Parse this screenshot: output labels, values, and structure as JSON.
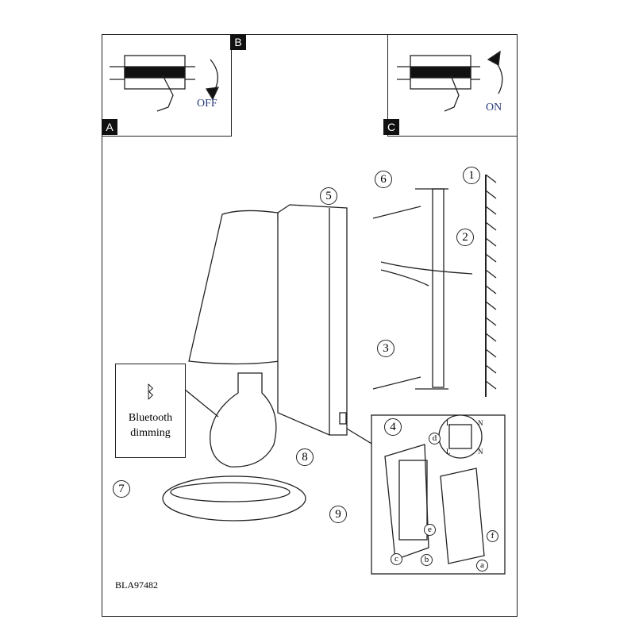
{
  "panels": {
    "a": {
      "tag": "A",
      "state_label": "OFF"
    },
    "b": {
      "tag": "B"
    },
    "c": {
      "tag": "C",
      "state_label": "ON"
    }
  },
  "steps": [
    "1",
    "2",
    "3",
    "4",
    "5",
    "6",
    "7",
    "8",
    "9"
  ],
  "bluetooth": {
    "line1": "Bluetooth",
    "line2": "dimming"
  },
  "wiring": {
    "letters": [
      "a",
      "b",
      "c",
      "d",
      "e",
      "f"
    ],
    "terminals": [
      "L",
      "N",
      "L",
      "N"
    ]
  },
  "model_code": "BLA97482"
}
